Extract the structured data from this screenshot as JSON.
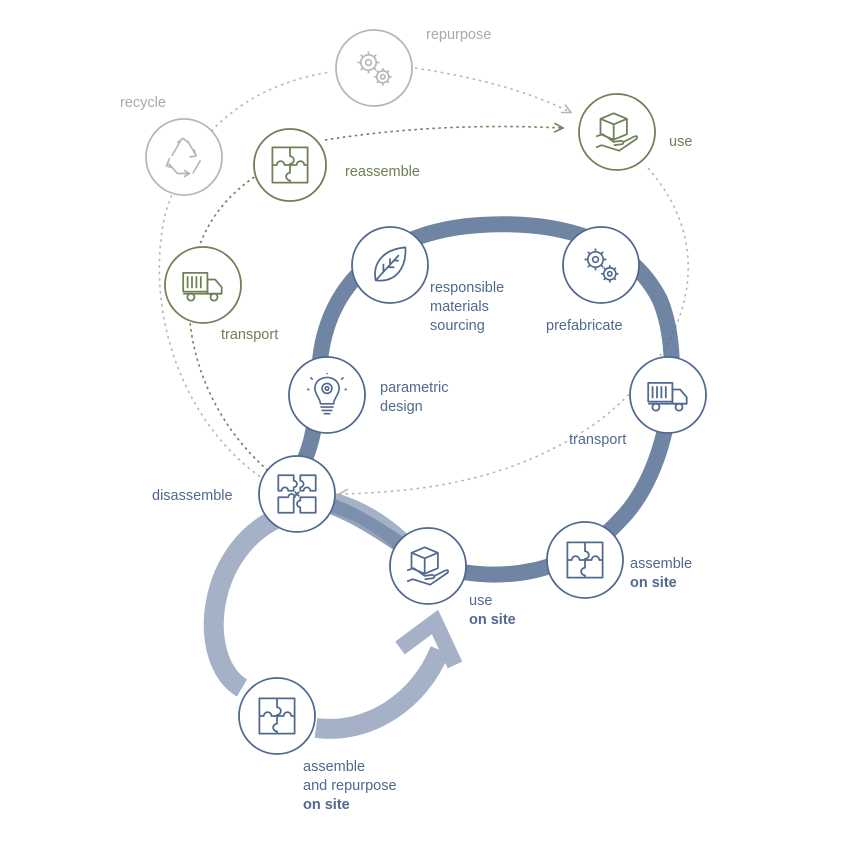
{
  "colors": {
    "blue": "#51698f",
    "blue_light": "#a4b1c6",
    "blue_mid": "#6f84a3",
    "green": "#6e8054",
    "gray": "#b6b6b6",
    "gray_text": "#a9a9a9"
  },
  "nodes": {
    "repurpose": {
      "label": "repurpose",
      "icon": "gears-icon"
    },
    "recycle": {
      "label": "recycle",
      "icon": "recycle-icon"
    },
    "reassemble": {
      "label": "reassemble",
      "icon": "puzzle-icon"
    },
    "use_outer": {
      "label": "use",
      "icon": "box-hand-icon"
    },
    "transport_outer": {
      "label": "transport",
      "icon": "truck-icon"
    },
    "responsible_materials": {
      "line1": "responsible",
      "line2": "materials",
      "line3": "sourcing",
      "icon": "leaf-icon"
    },
    "prefabricate": {
      "label": "prefabricate",
      "icon": "gears-icon"
    },
    "parametric_design": {
      "line1": "parametric",
      "line2": "design",
      "icon": "lightbulb-icon"
    },
    "transport_inner": {
      "label": "transport",
      "icon": "truck-icon"
    },
    "disassemble": {
      "label": "disassemble",
      "icon": "puzzle-break-icon"
    },
    "use_on_site": {
      "line1": "use",
      "line2": "on site",
      "icon": "box-hand-icon"
    },
    "assemble_on_site": {
      "line1": "assemble",
      "line2": "on site",
      "icon": "puzzle-icon"
    },
    "assemble_repurpose": {
      "line1": "assemble",
      "line2": "and repurpose",
      "line3": "on site",
      "icon": "puzzle-icon"
    }
  }
}
